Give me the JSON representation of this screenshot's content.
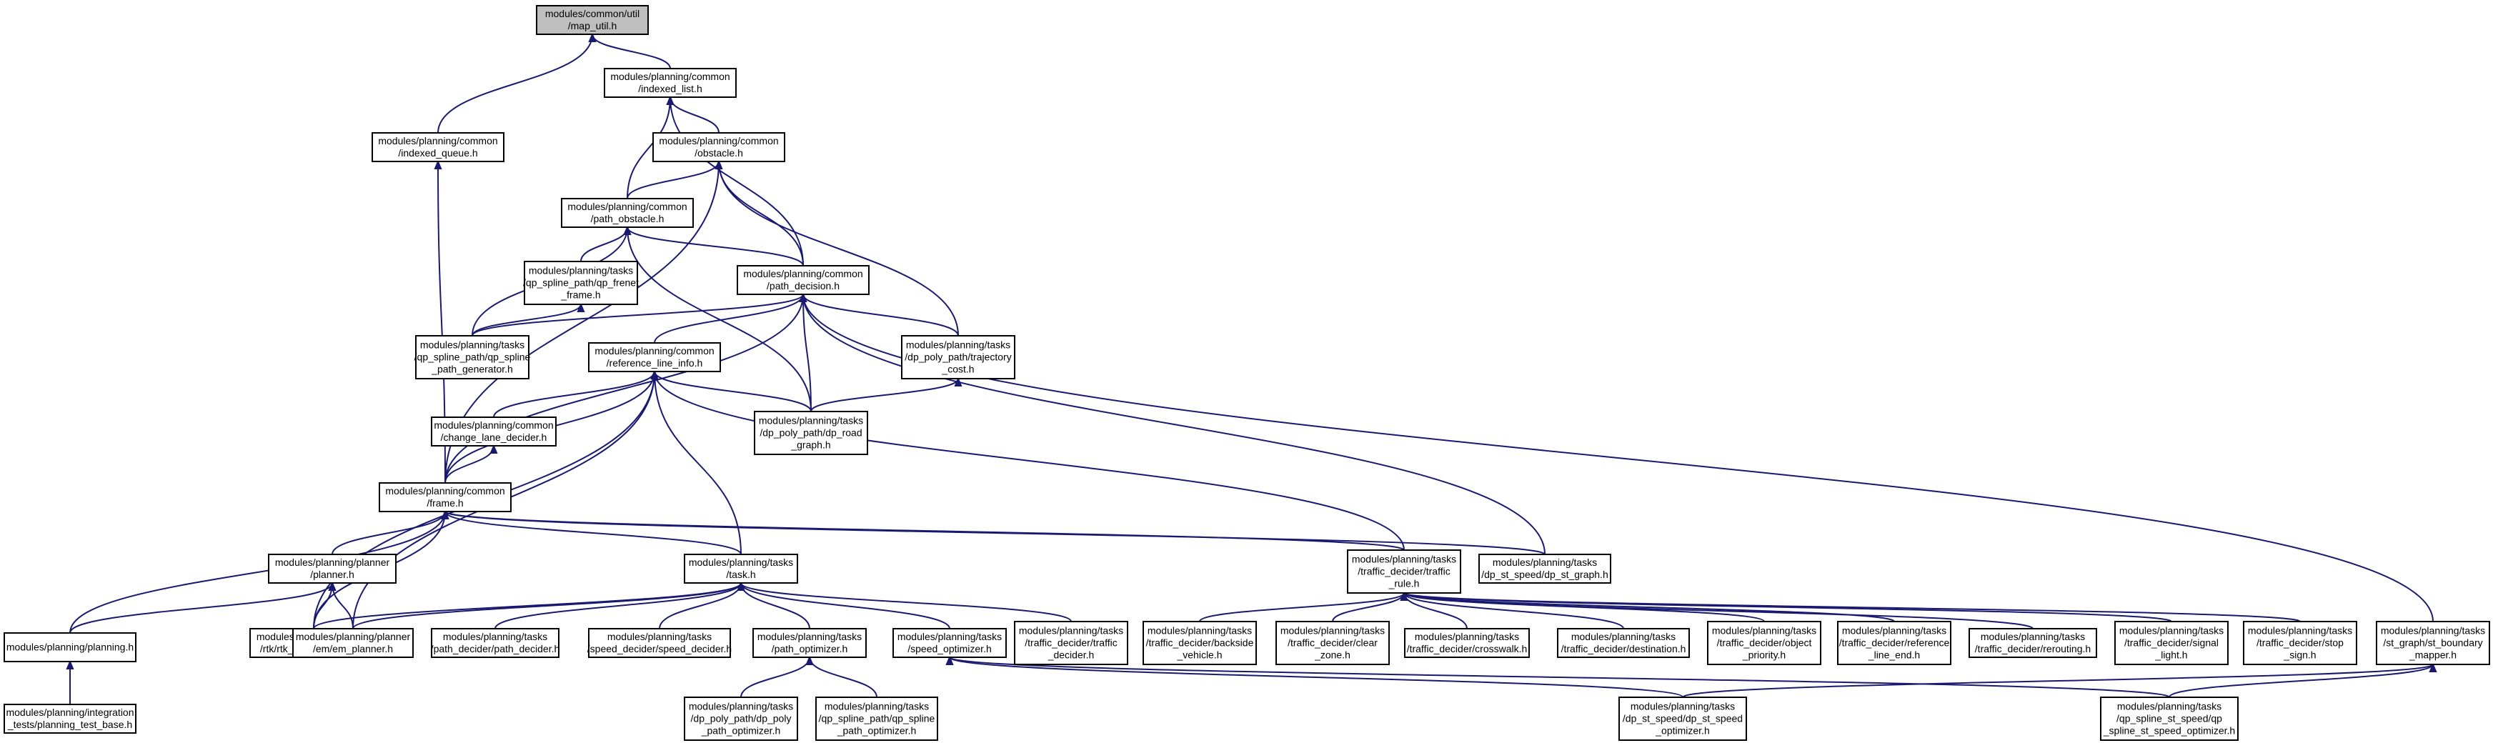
{
  "diagram": {
    "type": "include-dependency-graph",
    "edge_color": "#191970",
    "root_fill": "#bfbfbf",
    "nodes": [
      {
        "id": "map_util",
        "lines": [
          "modules/common/util",
          "/map_util.h"
        ]
      },
      {
        "id": "indexed_list",
        "lines": [
          "modules/planning/common",
          "/indexed_list.h"
        ]
      },
      {
        "id": "indexed_queue",
        "lines": [
          "modules/planning/common",
          "/indexed_queue.h"
        ]
      },
      {
        "id": "obstacle",
        "lines": [
          "modules/planning/common",
          "/obstacle.h"
        ]
      },
      {
        "id": "path_obstacle",
        "lines": [
          "modules/planning/common",
          "/path_obstacle.h"
        ]
      },
      {
        "id": "qp_frenet_frame",
        "lines": [
          "modules/planning/tasks",
          "/qp_spline_path/qp_frenet",
          "_frame.h"
        ]
      },
      {
        "id": "path_decision",
        "lines": [
          "modules/planning/common",
          "/path_decision.h"
        ]
      },
      {
        "id": "qp_spline_path_generator",
        "lines": [
          "modules/planning/tasks",
          "/qp_spline_path/qp_spline",
          "_path_generator.h"
        ]
      },
      {
        "id": "reference_line_info",
        "lines": [
          "modules/planning/common",
          "/reference_line_info.h"
        ]
      },
      {
        "id": "trajectory_cost",
        "lines": [
          "modules/planning/tasks",
          "/dp_poly_path/trajectory",
          "_cost.h"
        ]
      },
      {
        "id": "change_lane_decider",
        "lines": [
          "modules/planning/common",
          "/change_lane_decider.h"
        ]
      },
      {
        "id": "dp_road_graph",
        "lines": [
          "modules/planning/tasks",
          "/dp_poly_path/dp_road",
          "_graph.h"
        ]
      },
      {
        "id": "frame",
        "lines": [
          "modules/planning/common",
          "/frame.h"
        ]
      },
      {
        "id": "planner",
        "lines": [
          "modules/planning/planner",
          "/planner.h"
        ]
      },
      {
        "id": "task",
        "lines": [
          "modules/planning/tasks",
          "/task.h"
        ]
      },
      {
        "id": "traffic_rule",
        "lines": [
          "modules/planning/tasks",
          "/traffic_decider/traffic",
          "_rule.h"
        ]
      },
      {
        "id": "dp_st_graph",
        "lines": [
          "modules/planning/tasks",
          "/dp_st_speed/dp_st_graph.h"
        ]
      },
      {
        "id": "planning",
        "lines": [
          "modules/planning/planning.h"
        ]
      },
      {
        "id": "rtk_replay_planner",
        "lines": [
          "modules/planning/planner",
          "/rtk/rtk_replay_planner.h"
        ]
      },
      {
        "id": "em_planner",
        "lines": [
          "modules/planning/planner",
          "/em/em_planner.h"
        ]
      },
      {
        "id": "path_decider",
        "lines": [
          "modules/planning/tasks",
          "/path_decider/path_decider.h"
        ]
      },
      {
        "id": "speed_decider",
        "lines": [
          "modules/planning/tasks",
          "/speed_decider/speed_decider.h"
        ]
      },
      {
        "id": "path_optimizer",
        "lines": [
          "modules/planning/tasks",
          "/path_optimizer.h"
        ]
      },
      {
        "id": "speed_optimizer",
        "lines": [
          "modules/planning/tasks",
          "/speed_optimizer.h"
        ]
      },
      {
        "id": "traffic_decider",
        "lines": [
          "modules/planning/tasks",
          "/traffic_decider/traffic",
          "_decider.h"
        ]
      },
      {
        "id": "backside_vehicle",
        "lines": [
          "modules/planning/tasks",
          "/traffic_decider/backside",
          "_vehicle.h"
        ]
      },
      {
        "id": "clear_zone",
        "lines": [
          "modules/planning/tasks",
          "/traffic_decider/clear",
          "_zone.h"
        ]
      },
      {
        "id": "crosswalk",
        "lines": [
          "modules/planning/tasks",
          "/traffic_decider/crosswalk.h"
        ]
      },
      {
        "id": "destination",
        "lines": [
          "modules/planning/tasks",
          "/traffic_decider/destination.h"
        ]
      },
      {
        "id": "object_priority",
        "lines": [
          "modules/planning/tasks",
          "/traffic_decider/object",
          "_priority.h"
        ]
      },
      {
        "id": "reference_line_end",
        "lines": [
          "modules/planning/tasks",
          "/traffic_decider/reference",
          "_line_end.h"
        ]
      },
      {
        "id": "rerouting",
        "lines": [
          "modules/planning/tasks",
          "/traffic_decider/rerouting.h"
        ]
      },
      {
        "id": "signal_light",
        "lines": [
          "modules/planning/tasks",
          "/traffic_decider/signal",
          "_light.h"
        ]
      },
      {
        "id": "stop_sign",
        "lines": [
          "modules/planning/tasks",
          "/traffic_decider/stop",
          "_sign.h"
        ]
      },
      {
        "id": "st_boundary_mapper",
        "lines": [
          "modules/planning/tasks",
          "/st_graph/st_boundary",
          "_mapper.h"
        ]
      },
      {
        "id": "planning_test_base",
        "lines": [
          "modules/planning/integration",
          "_tests/planning_test_base.h"
        ]
      },
      {
        "id": "dp_poly_path_optimizer",
        "lines": [
          "modules/planning/tasks",
          "/dp_poly_path/dp_poly",
          "_path_optimizer.h"
        ]
      },
      {
        "id": "qp_spline_path_optimizer",
        "lines": [
          "modules/planning/tasks",
          "/qp_spline_path/qp_spline",
          "_path_optimizer.h"
        ]
      },
      {
        "id": "dp_st_speed_optimizer",
        "lines": [
          "modules/planning/tasks",
          "/dp_st_speed/dp_st_speed",
          "_optimizer.h"
        ]
      },
      {
        "id": "qp_spline_st_speed_optimizer",
        "lines": [
          "modules/planning/tasks",
          "/qp_spline_st_speed/qp",
          "_spline_st_speed_optimizer.h"
        ]
      }
    ],
    "edges": [
      [
        "indexed_list",
        "map_util"
      ],
      [
        "indexed_queue",
        "map_util"
      ],
      [
        "obstacle",
        "indexed_list"
      ],
      [
        "path_obstacle",
        "indexed_list"
      ],
      [
        "path_decision",
        "indexed_list"
      ],
      [
        "path_obstacle",
        "obstacle"
      ],
      [
        "path_decision",
        "obstacle"
      ],
      [
        "frame",
        "obstacle"
      ],
      [
        "trajectory_cost",
        "obstacle"
      ],
      [
        "qp_frenet_frame",
        "path_obstacle"
      ],
      [
        "path_decision",
        "path_obstacle"
      ],
      [
        "qp_spline_path_generator",
        "path_obstacle"
      ],
      [
        "dp_road_graph",
        "path_obstacle"
      ],
      [
        "qp_spline_path_generator",
        "qp_frenet_frame"
      ],
      [
        "qp_spline_path_generator",
        "path_decision"
      ],
      [
        "reference_line_info",
        "path_decision"
      ],
      [
        "trajectory_cost",
        "path_decision"
      ],
      [
        "dp_road_graph",
        "path_decision"
      ],
      [
        "frame",
        "path_decision"
      ],
      [
        "dp_st_graph",
        "path_decision"
      ],
      [
        "st_boundary_mapper",
        "path_decision"
      ],
      [
        "dp_road_graph",
        "trajectory_cost"
      ],
      [
        "change_lane_decider",
        "reference_line_info"
      ],
      [
        "dp_road_graph",
        "reference_line_info"
      ],
      [
        "frame",
        "reference_line_info"
      ],
      [
        "task",
        "reference_line_info"
      ],
      [
        "traffic_rule",
        "reference_line_info"
      ],
      [
        "em_planner",
        "reference_line_info"
      ],
      [
        "rtk_replay_planner",
        "reference_line_info"
      ],
      [
        "frame",
        "change_lane_decider"
      ],
      [
        "frame",
        "indexed_queue"
      ],
      [
        "planner",
        "frame"
      ],
      [
        "task",
        "frame"
      ],
      [
        "traffic_rule",
        "frame"
      ],
      [
        "dp_st_graph",
        "frame"
      ],
      [
        "planning",
        "frame"
      ],
      [
        "rtk_replay_planner",
        "frame"
      ],
      [
        "planning",
        "planner"
      ],
      [
        "rtk_replay_planner",
        "planner"
      ],
      [
        "em_planner",
        "planner"
      ],
      [
        "em_planner",
        "task"
      ],
      [
        "rtk_replay_planner",
        "task"
      ],
      [
        "path_decider",
        "task"
      ],
      [
        "speed_decider",
        "task"
      ],
      [
        "path_optimizer",
        "task"
      ],
      [
        "speed_optimizer",
        "task"
      ],
      [
        "traffic_decider",
        "task"
      ],
      [
        "backside_vehicle",
        "traffic_rule"
      ],
      [
        "clear_zone",
        "traffic_rule"
      ],
      [
        "crosswalk",
        "traffic_rule"
      ],
      [
        "destination",
        "traffic_rule"
      ],
      [
        "object_priority",
        "traffic_rule"
      ],
      [
        "reference_line_end",
        "traffic_rule"
      ],
      [
        "rerouting",
        "traffic_rule"
      ],
      [
        "signal_light",
        "traffic_rule"
      ],
      [
        "stop_sign",
        "traffic_rule"
      ],
      [
        "planning_test_base",
        "planning"
      ],
      [
        "dp_poly_path_optimizer",
        "path_optimizer"
      ],
      [
        "qp_spline_path_optimizer",
        "path_optimizer"
      ],
      [
        "dp_st_speed_optimizer",
        "speed_optimizer"
      ],
      [
        "qp_spline_st_speed_optimizer",
        "speed_optimizer"
      ],
      [
        "dp_st_speed_optimizer",
        "st_boundary_mapper"
      ],
      [
        "qp_spline_st_speed_optimizer",
        "st_boundary_mapper"
      ]
    ]
  }
}
